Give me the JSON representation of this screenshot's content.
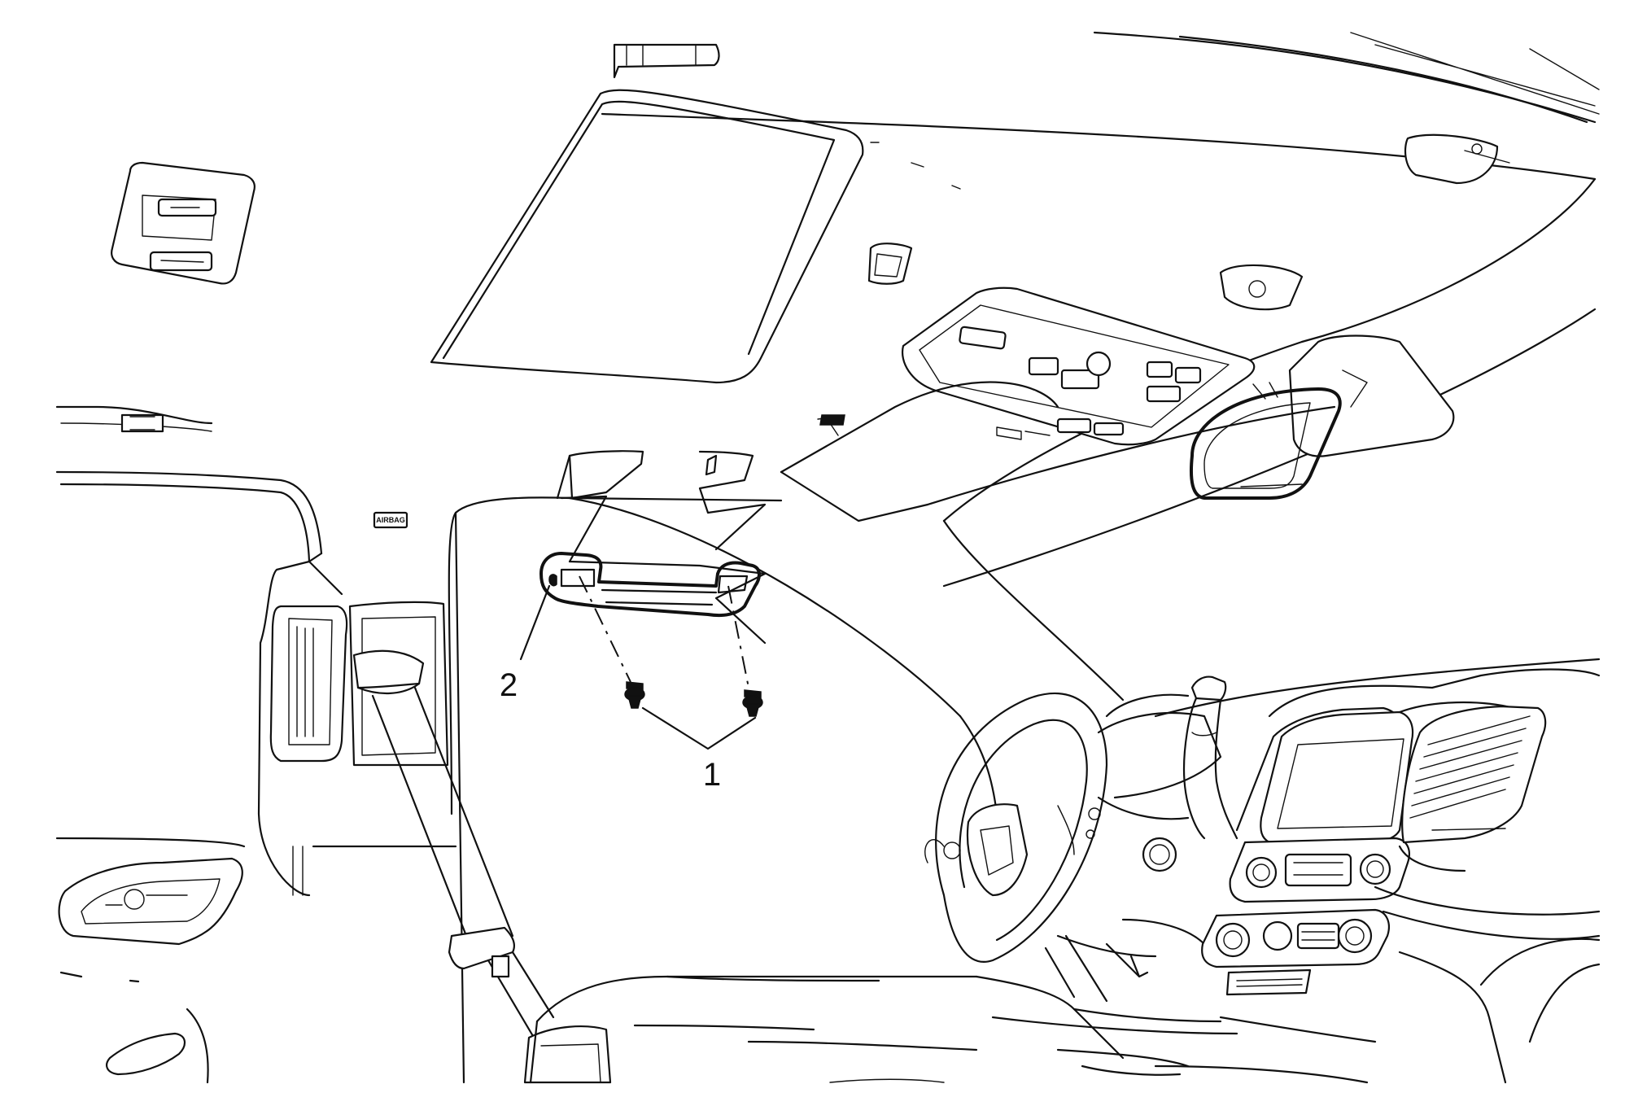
{
  "callouts": {
    "fasteners": "1",
    "assist_handle": "2"
  },
  "labels": {
    "airbag_tag": "AIRBAG"
  }
}
